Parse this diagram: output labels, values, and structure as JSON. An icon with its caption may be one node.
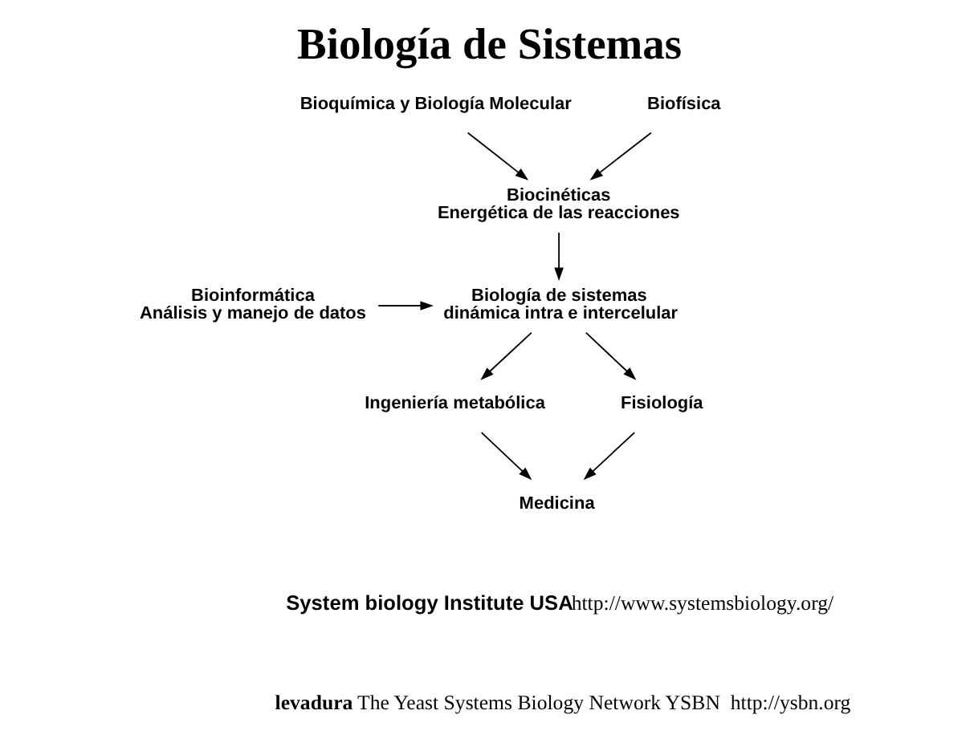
{
  "diagram": {
    "title": "Biología de Sistemas",
    "nodes": [
      {
        "text": [
          "Bioquímica y Biología Molecular"
        ]
      },
      {
        "text": [
          "Biofísica"
        ]
      },
      {
        "text": [
          "Biocinéticas",
          "Energética de las reacciones"
        ]
      },
      {
        "text": [
          "Bioinformática",
          "Análisis y manejo de datos"
        ]
      },
      {
        "text": [
          "Biología de sistemas",
          "dinámica intra e intercelular"
        ]
      },
      {
        "text": [
          "Ingeniería metabólica"
        ]
      },
      {
        "text": [
          "Fisiología"
        ]
      },
      {
        "text": [
          "Medicina"
        ]
      }
    ],
    "edges": [
      {
        "from": 0,
        "to": 2,
        "arrow": "to"
      },
      {
        "from": 1,
        "to": 2,
        "arrow": "to"
      },
      {
        "from": 2,
        "to": 4,
        "arrow": "to"
      },
      {
        "from": 3,
        "to": 4,
        "arrow": "to"
      },
      {
        "from": 4,
        "to": 5,
        "arrow": "to"
      },
      {
        "from": 4,
        "to": 6,
        "arrow": "to"
      },
      {
        "from": 5,
        "to": 7,
        "arrow": "to"
      },
      {
        "from": 6,
        "to": 7,
        "arrow": "to"
      }
    ],
    "labels": [
      "System biology Institute USA",
      "http://www.systemsbiology.org/",
      "levadura",
      "The Yeast Systems Biology Network YSBN  http://ysbn.org"
    ]
  }
}
